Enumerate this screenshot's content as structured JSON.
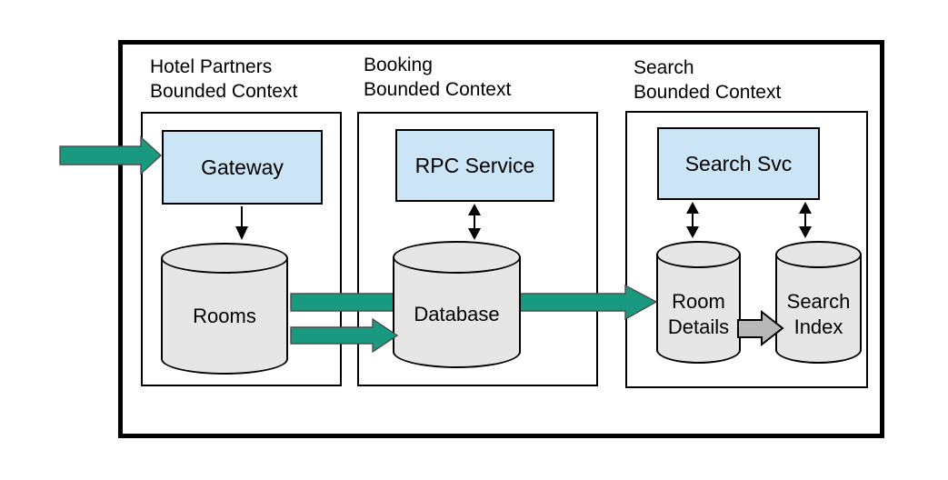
{
  "diagram": {
    "contexts": [
      {
        "name": "hotel-partners",
        "label": "Hotel Partners\nBounded Context"
      },
      {
        "name": "booking",
        "label": "Booking\nBounded Context"
      },
      {
        "name": "search",
        "label": "Search\nBounded Context"
      }
    ],
    "services": [
      {
        "name": "gateway",
        "label": "Gateway"
      },
      {
        "name": "rpc-service",
        "label": "RPC Service"
      },
      {
        "name": "search-svc",
        "label": "Search Svc"
      }
    ],
    "datastores": [
      {
        "name": "rooms",
        "label": "Rooms"
      },
      {
        "name": "database",
        "label": "Database"
      },
      {
        "name": "room-details",
        "label": "Room Details"
      },
      {
        "name": "search-index",
        "label": "Search Index"
      }
    ],
    "arrows": [
      {
        "name": "inbound-flow-arrow",
        "kind": "flow"
      },
      {
        "name": "gateway-to-rooms-arrow",
        "kind": "connector"
      },
      {
        "name": "rpc-database-sync-arrow",
        "kind": "connector-double"
      },
      {
        "name": "rooms-to-roomdetails-flow-arrow",
        "kind": "flow"
      },
      {
        "name": "rooms-to-database-flow-arrow",
        "kind": "flow"
      },
      {
        "name": "searchsvc-to-roomdetails-sync-arrow",
        "kind": "connector-double"
      },
      {
        "name": "searchsvc-to-searchindex-sync-arrow",
        "kind": "connector-double"
      },
      {
        "name": "roomdetails-to-searchindex-arrow",
        "kind": "secondary"
      }
    ],
    "colors": {
      "service_fill": "#cbe5f6",
      "datastore_fill": "#e6e6e6",
      "flow_arrow": "#1a9981",
      "secondary_arrow": "#b8b8b8",
      "border": "#000000"
    }
  }
}
